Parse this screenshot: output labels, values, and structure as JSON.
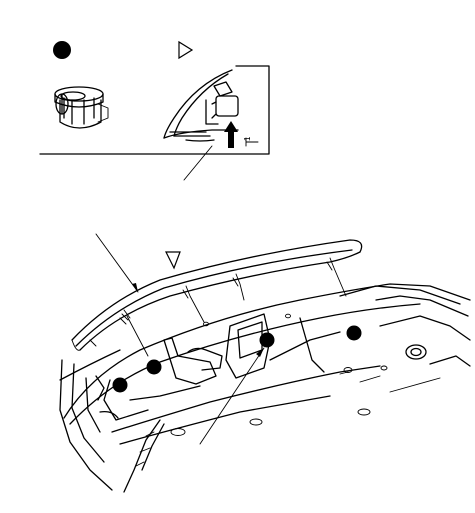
{
  "legend": {
    "clip_marker_icon": "filled-circle-icon",
    "tab_marker_icon": "hollow-triangle-icon"
  },
  "inset": {
    "tab_callout_text": "1"
  },
  "main": {
    "clip_count": 4,
    "tab_count": 1
  },
  "colors": {
    "line": "#000000",
    "background": "#ffffff"
  }
}
